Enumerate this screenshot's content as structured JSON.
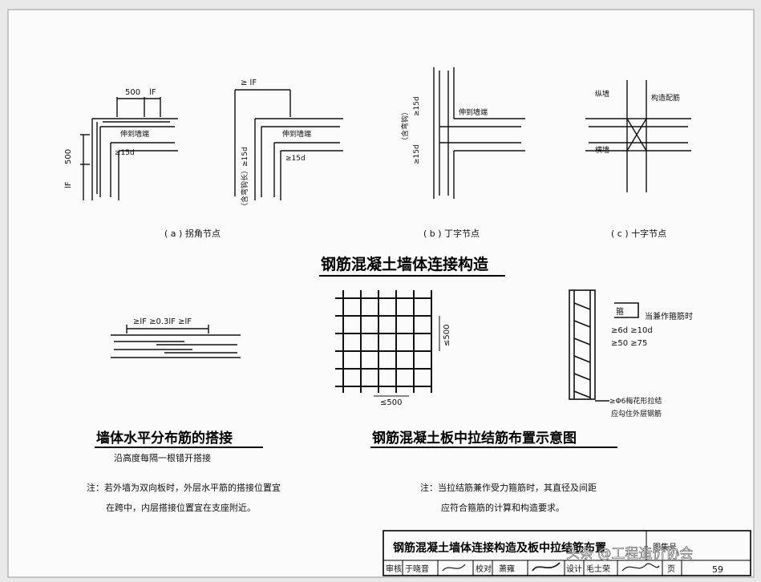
{
  "details": {
    "a_caption": "( a ) 拐角节点",
    "b_caption": "( b ) 丁字节点",
    "c_caption": "( c ) 十字节点",
    "dim_500_top": "500",
    "dim_lF_top": "lF",
    "dim_500_side": "500",
    "dim_lF_side": "lF",
    "dim_15d": "≥15d",
    "dim_lF_b": "≥ lF",
    "label_to_end": "伸到墙端",
    "label_anchor_len": "（含弯钩长）≥15d",
    "label_t_15d_top": "≥15d",
    "label_t_15d_bottom": "≥15d",
    "label_t_hook": "（含弯钩）",
    "label_t_to_end": "伸到墙端",
    "label_x_column": "纵墙",
    "label_x_stirrup": "构造配筋",
    "label_x_wall": "横墙"
  },
  "section_title_top": "钢筋混凝土墙体连接构造",
  "lap": {
    "dims": "≥lF ≥0.3lF ≥lF",
    "title": "墙体水平分布筋的搭接",
    "subtitle": "沿高度每隔一根错开搭接"
  },
  "grid": {
    "dim_v": "≤500",
    "dim_h": "≤500",
    "title": "钢筋混凝土板中拉结筋布置示意图"
  },
  "tie": {
    "label_tie": "箍",
    "note_when": "当兼作箍筋时",
    "row1": "≥6d  ≥10d",
    "row2": "≥50  ≥75",
    "label_bottom1": "≥Φ6梅花形拉结",
    "label_bottom2": "应勾住外层钢筋"
  },
  "notes": {
    "left_line1": "注：若外墙为双向板时，外层水平筋的搭接位置宜",
    "left_line2": "在跨中，内层搭接位置宜在支座附近。",
    "right_line1": "注：当拉结筋兼作受力箍筋时，其直径及间距",
    "right_line2": "应符合箍筋的计算和构造要求。"
  },
  "titleblock": {
    "drawing_title": "钢筋混凝土墙体连接构造及板中拉结筋布置",
    "atlas_label": "图集号",
    "check_label": "审核",
    "check_name": "于晓音",
    "proof_label": "校对",
    "proof_name": "萧雍",
    "design_label": "设计",
    "design_name": "毛士荣",
    "page_label": "页",
    "page_number": "59"
  },
  "watermark": "头条 @工程造价协会"
}
